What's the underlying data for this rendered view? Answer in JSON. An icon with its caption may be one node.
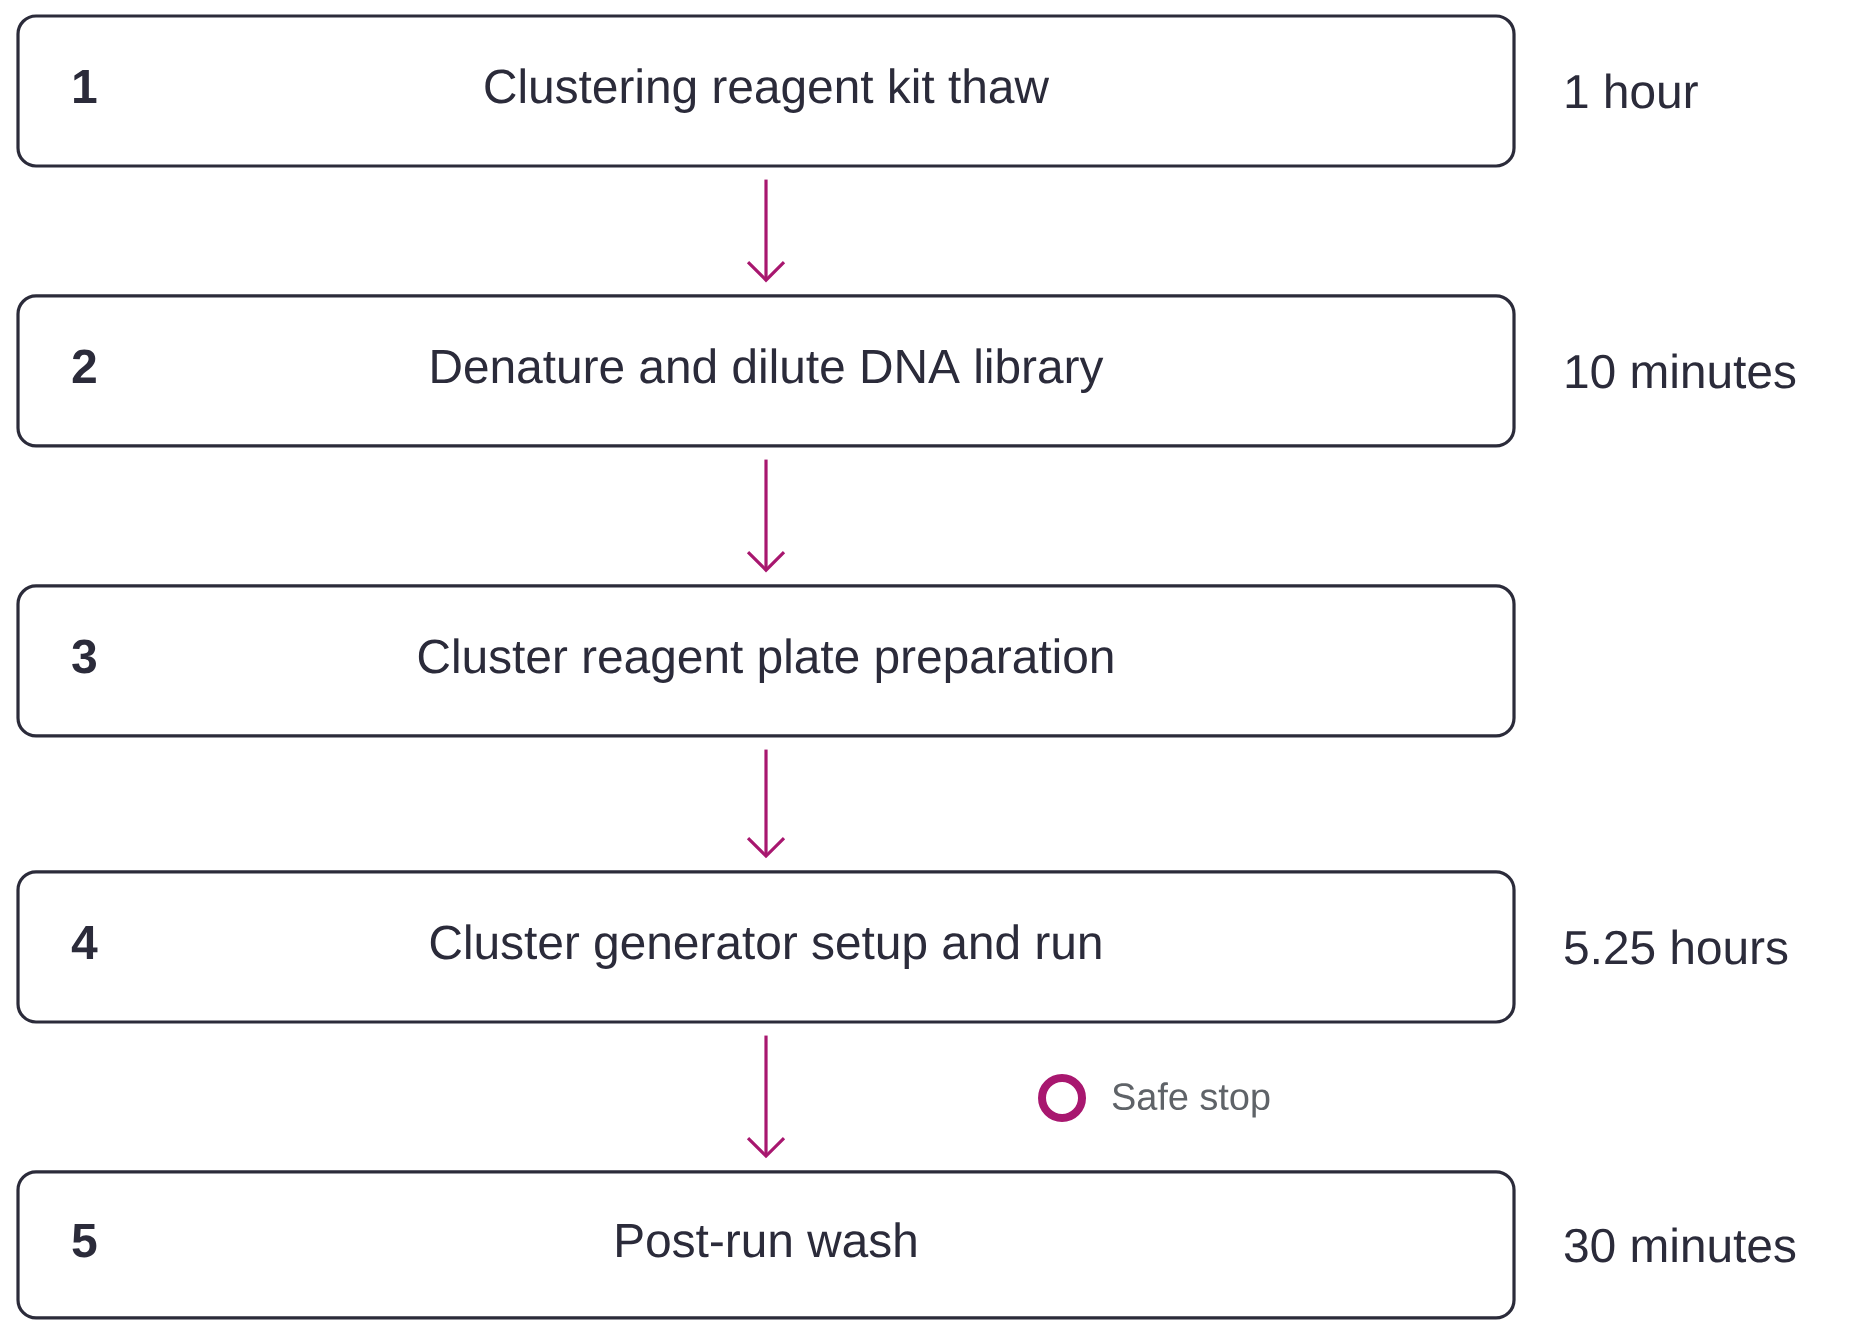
{
  "diagram": {
    "nodes": [
      {
        "text": [
          "1",
          "Clustering reagent kit thaw"
        ],
        "beside": [
          "1 hour"
        ]
      },
      {
        "text": [
          "2",
          "Denature and dilute DNA library"
        ],
        "beside": [
          "10 minutes"
        ]
      },
      {
        "text": [
          "3",
          "Cluster reagent plate preparation"
        ]
      },
      {
        "text": [
          "4",
          "Cluster generator setup and run"
        ],
        "beside": [
          "5.25 hours"
        ]
      },
      {
        "text": [
          "5",
          "Post-run wash"
        ],
        "beside": [
          "30 minutes"
        ]
      }
    ],
    "edges": [
      {
        "from": 0,
        "to": 1,
        "arrow": "to",
        "color": "#a8176f"
      },
      {
        "from": 1,
        "to": 2,
        "arrow": "to",
        "color": "#a8176f"
      },
      {
        "from": 2,
        "to": 3,
        "arrow": "to",
        "color": "#a8176f"
      },
      {
        "from": 3,
        "to": 4,
        "arrow": "to",
        "color": "#a8176f"
      }
    ],
    "labels": [
      "Safe stop"
    ]
  }
}
